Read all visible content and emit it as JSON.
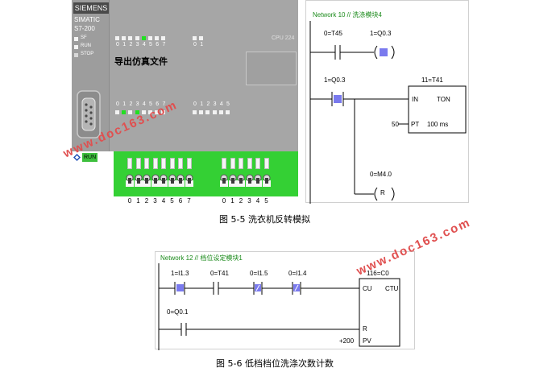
{
  "plc": {
    "brand": "SIEMENS",
    "model_name": "SIMATIC",
    "model_code": "S7-200",
    "status_labels": [
      "SF",
      "RUN",
      "STOP"
    ],
    "cpu_label": "CPU 224",
    "export_button": "导出仿真文件",
    "run_badge": "RUN",
    "output_numbers_byte0": [
      "0",
      "1",
      "2",
      "3",
      "4",
      "5",
      "6",
      "7"
    ],
    "output_numbers_byte1": [
      "0",
      "1"
    ],
    "input_numbers_byte0": [
      "0",
      "1",
      "2",
      "3",
      "4",
      "5",
      "6",
      "7"
    ],
    "input_numbers_byte1": [
      "0",
      "1",
      "2",
      "3",
      "4",
      "5"
    ],
    "switch_numbers_byte0": [
      "0",
      "1",
      "2",
      "3",
      "4",
      "5",
      "6",
      "7"
    ],
    "switch_numbers_byte1": [
      "0",
      "1",
      "2",
      "3",
      "4",
      "5"
    ],
    "output_lit": [
      4
    ],
    "input_lit": [
      1,
      3
    ]
  },
  "network10": {
    "title": "Network 10 // 洗涤模块4",
    "contact1": "0=T45",
    "coil1": "1=Q0.3",
    "contact2": "1=Q0.3",
    "timer_name": "11=T41",
    "timer_in": "IN",
    "timer_type": "TON",
    "timer_pt_value": "50",
    "timer_pt": "PT",
    "timer_unit": "100 ms",
    "reset_tag": "0=M4.0",
    "reset_coil": "R"
  },
  "caption5": "图 5-5  洗衣机反转模拟",
  "network12": {
    "title": "Network 12 // 档位设定模块1",
    "contact1": "1=I1.3",
    "contact2": "0=T41",
    "contact3": "0=I1.5",
    "contact4": "0=I1.4",
    "counter_name": "116=C0",
    "counter_cu": "CU",
    "counter_type": "CTU",
    "reset_contact": "0=Q0.1",
    "counter_r": "R",
    "counter_pv_value": "+200",
    "counter_pv": "PV"
  },
  "caption6": "图 5-6  低档档位洗涤次数计数",
  "watermark": "www.doc163.com",
  "colors": {
    "plc_case": "#a6a6a6",
    "led_on": "#22e022",
    "switch_bar": "#34d034",
    "network_title": "#1a8a1a",
    "contact_active": "#7a7aee",
    "watermark": "#e05050"
  }
}
